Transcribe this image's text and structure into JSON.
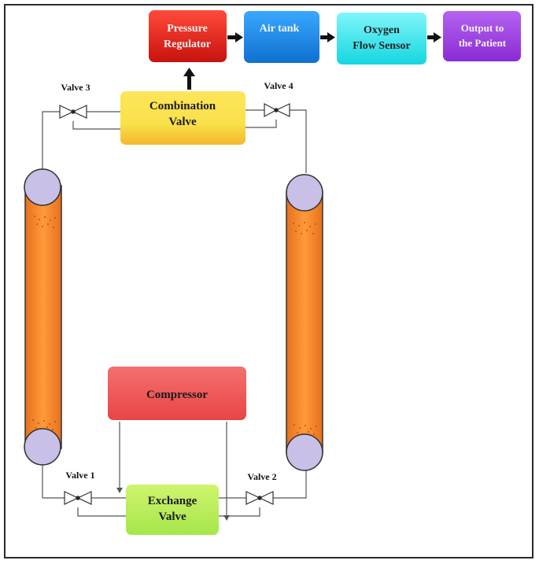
{
  "diagram": {
    "boxes": {
      "pressure_regulator": [
        "Pressure",
        "Regulator"
      ],
      "air_tank": [
        "Air tank"
      ],
      "oxygen_flow_sensor": [
        "Oxygen",
        "Flow Sensor"
      ],
      "output": [
        "Output to",
        "the Patient"
      ],
      "combination_valve": [
        "Combination",
        "Valve"
      ],
      "compressor": [
        "Compressor"
      ],
      "exchange_valve": [
        "Exchange",
        "Valve"
      ]
    },
    "valves": {
      "valve1": "Valve 1",
      "valve2": "Valve 2",
      "valve3": "Valve 3",
      "valve4": "Valve 4"
    },
    "colors": {
      "pressure_regulator": "#e0201c",
      "air_tank": "#1f8ee8",
      "oxygen_flow_sensor": "#2fe8ef",
      "output": "#9b3de0",
      "combination_valve": "#f6e04a",
      "compressor": "#f06060",
      "exchange_valve": "#b8ef62",
      "column": "#f58a2e",
      "column_cap": "#c8c0e6"
    }
  }
}
